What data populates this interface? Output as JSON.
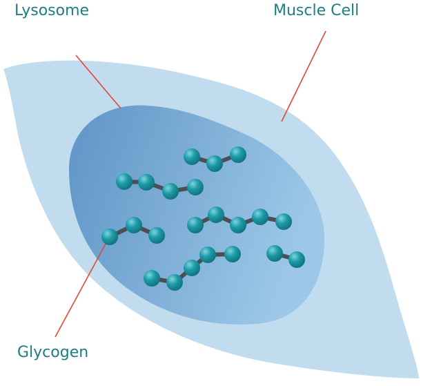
{
  "labels": {
    "lysosome": "Lysosome",
    "muscle_cell": "Muscle Cell",
    "glycogen": "Glycogen"
  },
  "colors": {
    "label_text": "#1e7c85",
    "leader_line": "#e0472f",
    "cell_fill": "#c0dcee",
    "lysosome_gradient_start": "#5f94c6",
    "lysosome_gradient_end": "#9cc7e7",
    "glycogen_bead": "#1d9ba8",
    "glycogen_bead_highlight": "#7fd5dc",
    "glycogen_bond": "#4a4f57"
  },
  "icons": {
    "glycogen_molecule": "bead-chain"
  }
}
